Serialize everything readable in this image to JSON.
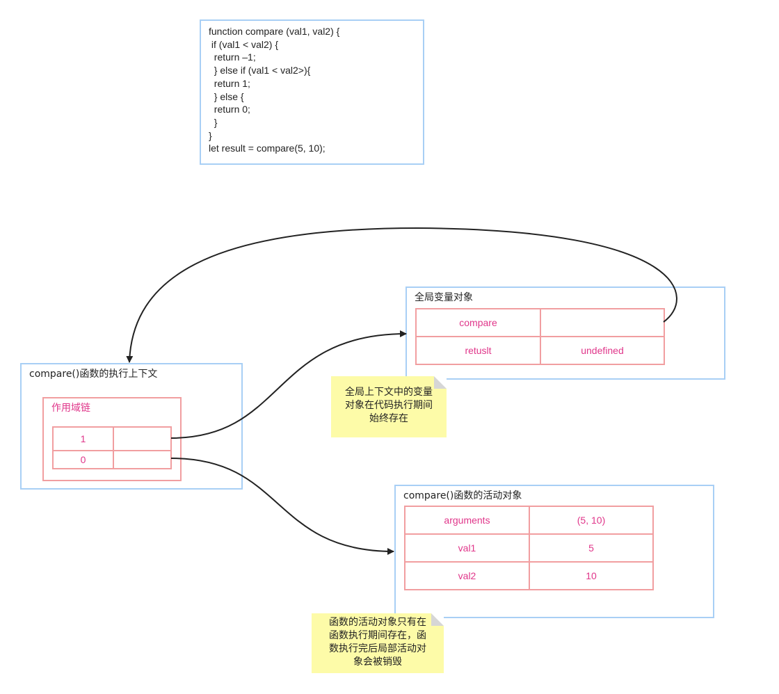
{
  "code": {
    "lines": [
      "function compare (val1, val2) {",
      " if (val1 < val2) {",
      "  return –1;",
      "  } else if (val1 < val2>){",
      "  return 1;",
      "  } else {",
      "  return 0;",
      "  }",
      "}",
      "let result = compare(5, 10);"
    ]
  },
  "global_object": {
    "title": "全局变量对象",
    "rows": [
      {
        "key": "compare",
        "value": ""
      },
      {
        "key": "retuslt",
        "value": "undefined"
      }
    ]
  },
  "exec_context": {
    "title": "compare()函数的执行上下文",
    "scope_chain": {
      "title": "作用域链",
      "rows": [
        {
          "key": "1",
          "value": ""
        },
        {
          "key": "0",
          "value": ""
        }
      ]
    }
  },
  "activation_object": {
    "title": "compare()函数的活动对象",
    "rows": [
      {
        "key": "arguments",
        "value": "(5, 10)"
      },
      {
        "key": "val1",
        "value": "5"
      },
      {
        "key": "val2",
        "value": "10"
      }
    ]
  },
  "notes": {
    "global_note": [
      "全局上下文中的变量",
      "对象在代码执行期间",
      "始终存在"
    ],
    "activation_note": [
      "函数的活动对象只有在",
      "函数执行期间存在，函",
      "数执行完后局部活动对",
      "象会被销毁"
    ]
  },
  "colors": {
    "box_border": "#a8cff5",
    "table_border": "#f19ea0",
    "table_text": "#e0368a",
    "note_bg": "#fdfba8",
    "arrow": "#222222"
  }
}
